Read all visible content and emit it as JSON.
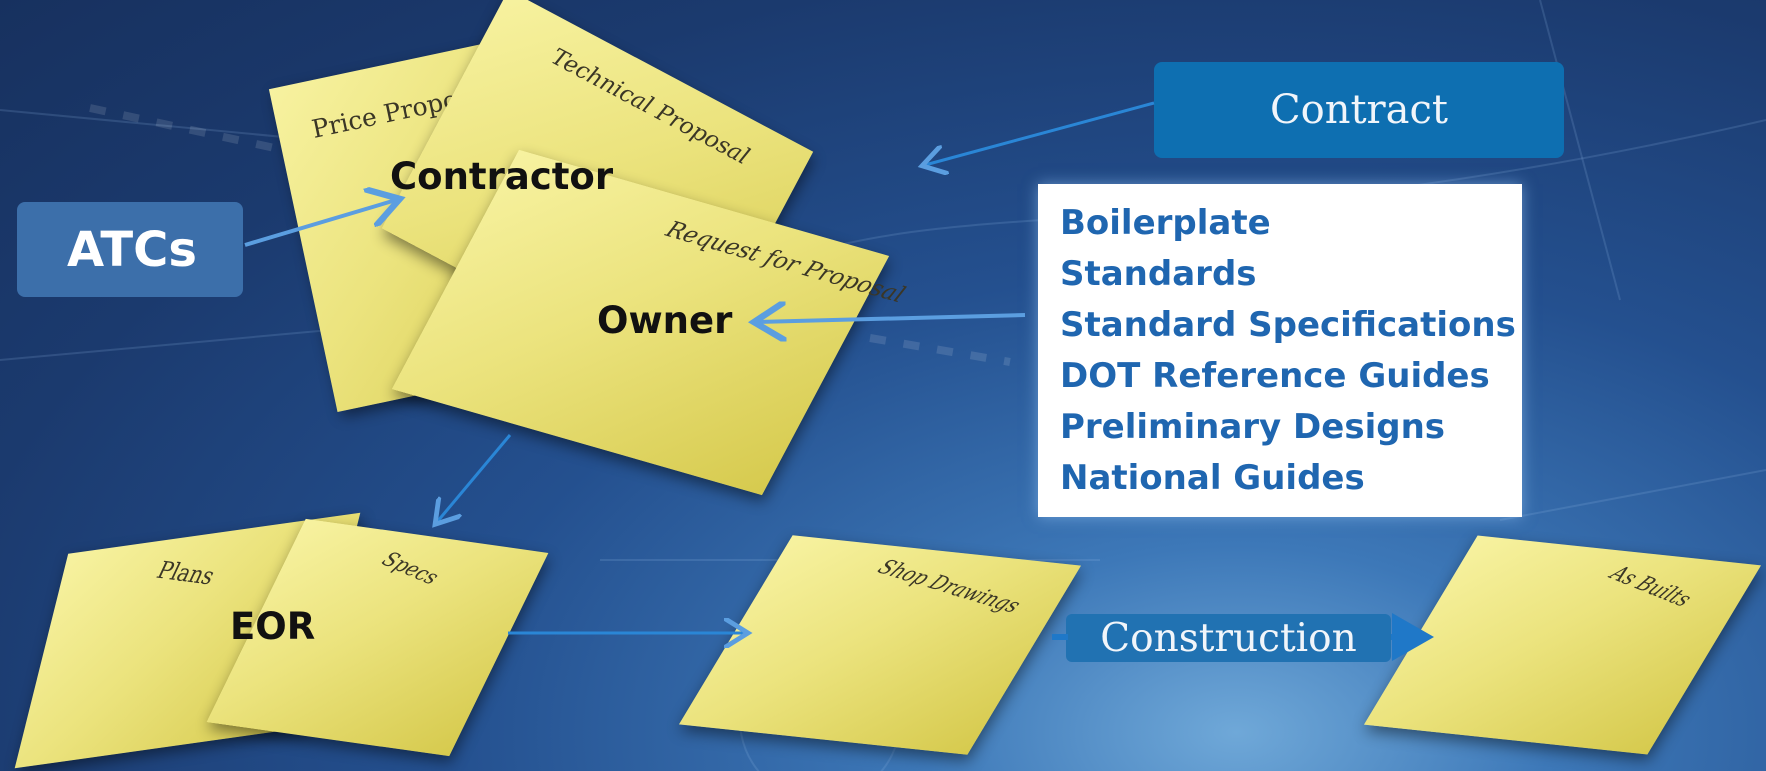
{
  "diagram": {
    "documents": {
      "price_proposal": "Price Proposal",
      "technical_proposal": "Technical Proposal",
      "request_for_proposal": "Request for Proposal",
      "plans": "Plans",
      "specs": "Specs",
      "shop_drawings": "Shop Drawings",
      "as_builts": "As Builts"
    },
    "parties": {
      "contractor": "Contractor",
      "owner": "Owner",
      "eor": "EOR"
    },
    "atcs": "ATCs",
    "contract": "Contract",
    "construction": "Construction",
    "contract_items": [
      "Boilerplate",
      "Standards",
      "Standard Specifications",
      "DOT Reference Guides",
      "Preliminary Designs",
      "National Guides"
    ],
    "colors": {
      "paper": "#ebe37d",
      "accent_blue": "#0e6fb1",
      "list_text": "#1f66b0",
      "background": "#24508f"
    }
  }
}
